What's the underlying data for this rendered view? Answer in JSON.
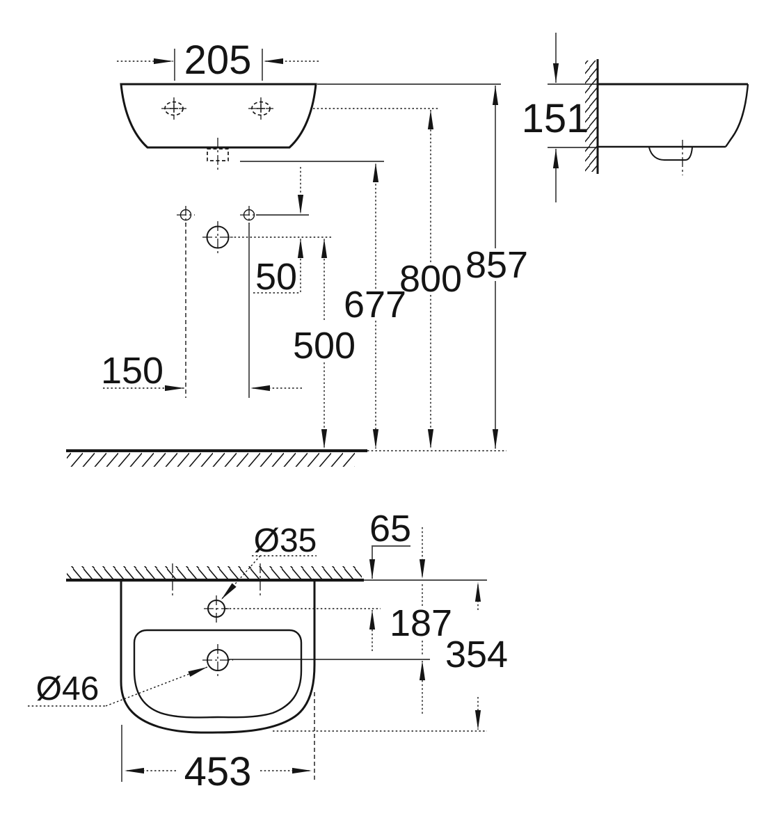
{
  "front_view": {
    "fixing_hole_spacing": "205",
    "fixing_to_supply_offset": "50",
    "supply_hole_spacing": "150",
    "floor_to_supply_height": "500",
    "floor_to_drain_height": "677",
    "floor_to_fixing_height": "800",
    "floor_to_rim_height": "857"
  },
  "side_view": {
    "rim_to_underside_depth": "151"
  },
  "plan_view": {
    "tap_hole_diameter": "Ø35",
    "drain_hole_diameter": "Ø46",
    "wall_to_tap_hole": "65",
    "wall_to_drain": "187",
    "wall_to_front_edge": "354",
    "basin_width": "453"
  }
}
